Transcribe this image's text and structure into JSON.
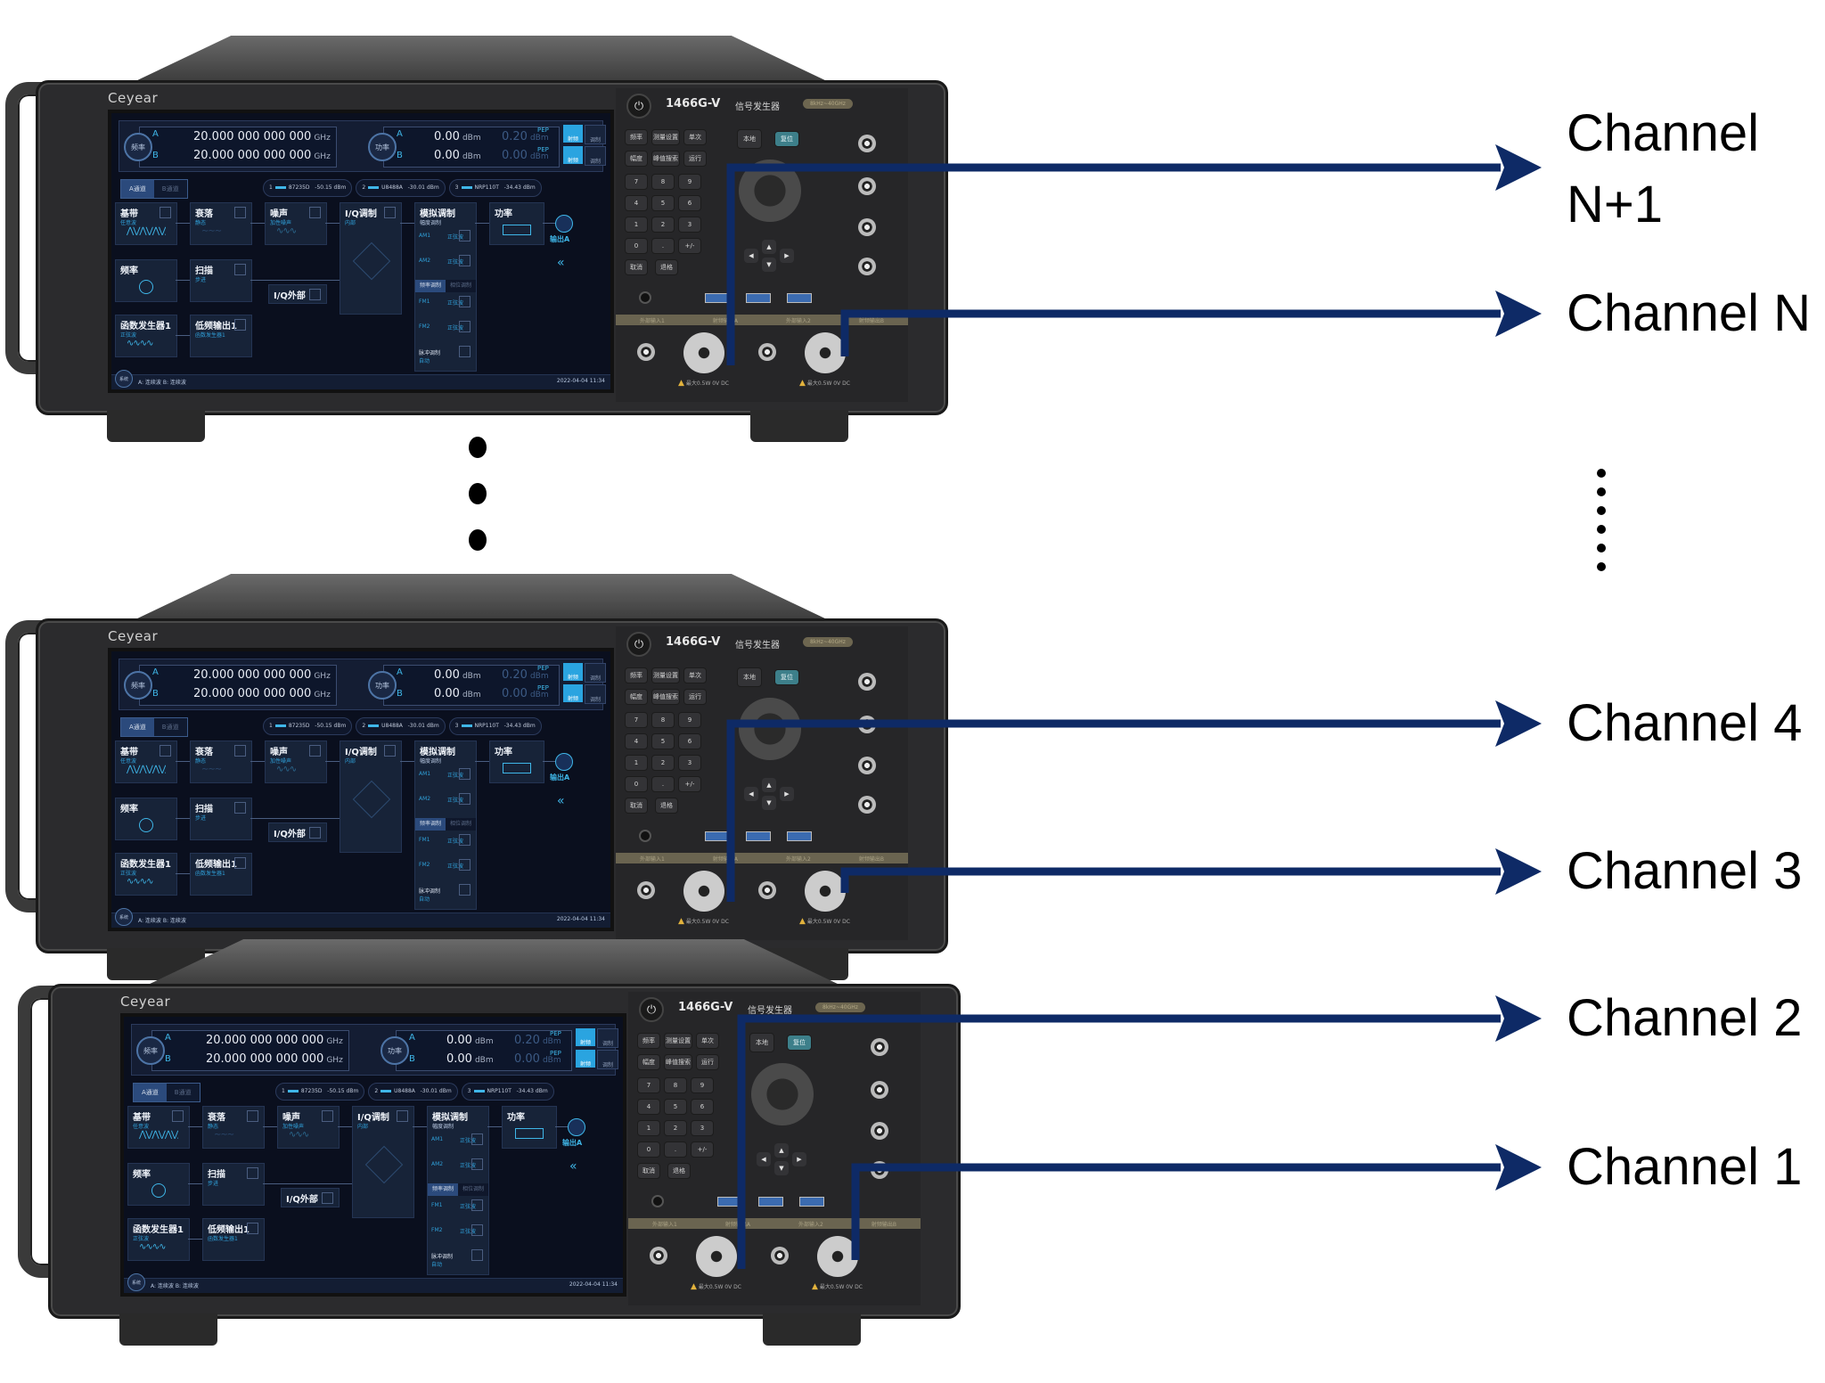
{
  "colors": {
    "arrow": "#0e2a66",
    "screen_bg": "#0a0f1e",
    "accent": "#2aa4e0",
    "chassis": "#2b2b2d"
  },
  "instrument": {
    "brand": "Ceyear",
    "model": "1466G-V",
    "name_cn": "信号发生器",
    "range": "8kHz~40GHz",
    "screen": {
      "freq_label": "频率",
      "power_label": "功率",
      "ch_a": "A",
      "ch_b": "B",
      "freq_a": "20.000 000 000 000",
      "freq_b": "20.000 000 000 000",
      "freq_unit": "GHz",
      "power_a": "0.00",
      "power_b": "0.00",
      "power_unit": "dBm",
      "pep_a": "0.20",
      "pep_b": "0.00",
      "pep_unit": "dBm",
      "pep_label": "PEP",
      "mode_rf": "射频",
      "mode_mod": "调制",
      "tab_a": "A通道",
      "tab_b": "B通道",
      "sensors": [
        {
          "idx": "1",
          "model": "87235D",
          "value": "-50.15 dBm"
        },
        {
          "idx": "2",
          "model": "U8488A",
          "value": "-30.01 dBm"
        },
        {
          "idx": "3",
          "model": "NRP110T",
          "value": "-34.43 dBm"
        }
      ],
      "blocks": {
        "baseband": {
          "title": "基带",
          "sub": "任意波"
        },
        "fading": {
          "title": "衰落",
          "sub": "静态"
        },
        "noise": {
          "title": "噪声",
          "sub": "加性噪声"
        },
        "iq_mod": {
          "title": "I/Q调制",
          "sub": "内部"
        },
        "analog_mod": {
          "title": "模拟调制",
          "sub": "幅度调制"
        },
        "power": {
          "title": "功率"
        },
        "freq": {
          "title": "频率"
        },
        "sweep": {
          "title": "扫描",
          "sub": "步进"
        },
        "iq_ext": {
          "title": "I/Q外部"
        },
        "func_gen": {
          "title": "函数发生器1",
          "sub": "正弦波"
        },
        "lf_out": {
          "title": "低频输出1",
          "sub": "函数发生器1"
        }
      },
      "am1": "AM1",
      "am2": "AM2",
      "fm1": "FM1",
      "fm2": "FM2",
      "sine": "正弦波",
      "fm_tab": "频率调制",
      "pm_tab": "相位调制",
      "pulse": "脉冲调制",
      "pulse_sub": "自动",
      "output": "输出A",
      "system": "系统",
      "status": "A: 连续波 B: 连续波",
      "datetime": "2022-04-04 11:34"
    },
    "panel": {
      "keys_row1": [
        "频率",
        "测量设置",
        "单次"
      ],
      "keys_row2": [
        "幅度",
        "峰值搜索",
        "运行"
      ],
      "numpad": [
        "7",
        "8",
        "9",
        "4",
        "5",
        "6",
        "1",
        "2",
        "3",
        "0",
        ".",
        "+/-"
      ],
      "keys_bottom": [
        "取消",
        "退格"
      ],
      "local_key": "本地",
      "preset_key": "复位",
      "port_ext1": "外部输入1",
      "port_rf_a": "射频输出A",
      "port_ext2": "外部输入2",
      "port_rf_b": "射频输出B",
      "warning": "最大0.5W 0V DC"
    }
  },
  "units": [
    {
      "id": "top",
      "outputs": [
        "Channel N+1",
        "Channel N"
      ]
    },
    {
      "id": "middle",
      "outputs": [
        "Channel 4",
        "Channel 3"
      ]
    },
    {
      "id": "bottom",
      "outputs": [
        "Channel 2",
        "Channel 1"
      ]
    }
  ],
  "channels": [
    {
      "line1": "Channel",
      "line2": "N+1"
    },
    {
      "label": "Channel N"
    },
    {
      "label": "Channel 4"
    },
    {
      "label": "Channel 3"
    },
    {
      "label": "Channel 2"
    },
    {
      "label": "Channel 1"
    }
  ],
  "ellipsis_left_count": 3,
  "ellipsis_right_count": 6
}
